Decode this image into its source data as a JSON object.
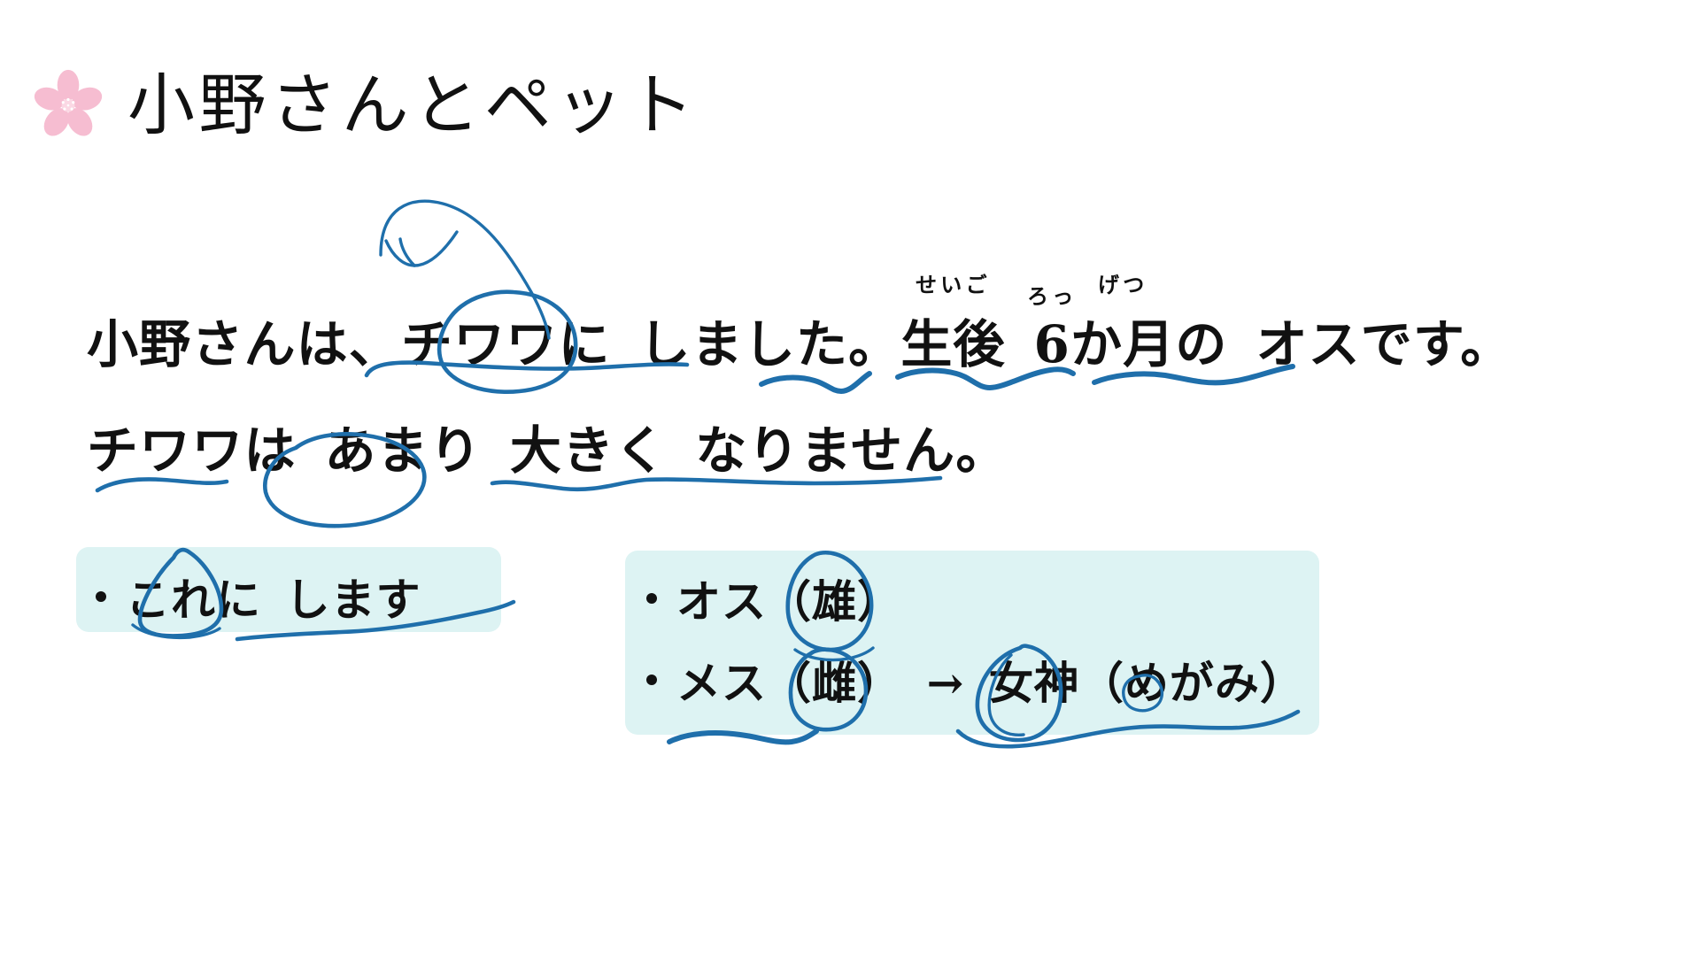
{
  "slide": {
    "title": "小野さんとペット",
    "title_icon": "sakura-flower-icon",
    "background_color": "#ffffff",
    "text_color": "#111111"
  },
  "body": {
    "sentence_1": {
      "parts": {
        "p1": "小野さんは、",
        "p2": "チワワに",
        "p3": "しました。",
        "p4": "生後",
        "p4_ruby": "せいご",
        "p5": "6",
        "p5_ruby": "ろっ",
        "p6": "か月",
        "p6_ruby": "げつ",
        "p7": "の",
        "p8": "オスです。"
      },
      "plain": "小野さんは、チワワに しました。生後 6か月の オスです。"
    },
    "sentence_2": {
      "parts": {
        "p1": "チワワは",
        "p2": "あまり",
        "p3": "大きく",
        "p4": "なりません。"
      },
      "plain": "チワワは あまり 大きく なりません。"
    }
  },
  "highlight_left": {
    "color": "#ddf3f3",
    "bullet": {
      "p1": "これに",
      "p2": "します",
      "plain": "これに します"
    }
  },
  "highlight_right": {
    "color": "#ddf3f3",
    "bullets": [
      {
        "p1": "オス",
        "p2": "（雄）",
        "plain": "オス（雄）"
      },
      {
        "p1": "メス",
        "p2": "（雌）",
        "p3": "→",
        "p4": "女神",
        "p5": "（めがみ）",
        "plain": "メス（雌）→ 女神（めがみ）"
      }
    ]
  },
  "annotations": {
    "ink_color": "#1f6fab",
    "marks": [
      {
        "name": "arrow-above-chiwawa",
        "type": "arrow"
      },
      {
        "name": "circle-chiwawa",
        "type": "circle",
        "target": "チワワ"
      },
      {
        "name": "underline-chiwawa-ni-shimashita",
        "type": "underline"
      },
      {
        "name": "underline-seigo",
        "type": "underline",
        "target": "生後"
      },
      {
        "name": "underline-rokkagetsu",
        "type": "underline",
        "target": "6か月"
      },
      {
        "name": "underline-osu-desu",
        "type": "underline",
        "target": "オスです"
      },
      {
        "name": "underline-chiwawa-wa",
        "type": "underline",
        "target": "チワワは"
      },
      {
        "name": "circle-amari",
        "type": "circle",
        "target": "あまり"
      },
      {
        "name": "underline-ookiku-narimasen",
        "type": "underline"
      },
      {
        "name": "circle-kore",
        "type": "circle",
        "target": "これ"
      },
      {
        "name": "underline-kore-ni-shimasu",
        "type": "underline"
      },
      {
        "name": "circle-osu-kanji",
        "type": "circle",
        "target": "雄"
      },
      {
        "name": "underline-osu-kanji",
        "type": "underline",
        "target": "（雄）"
      },
      {
        "name": "circle-mesu-kanji",
        "type": "circle",
        "target": "雌"
      },
      {
        "name": "underline-mesu-kanji",
        "type": "underline",
        "target": "メス（雌）"
      },
      {
        "name": "circle-megami-kanji",
        "type": "circle",
        "target": "女神"
      },
      {
        "name": "underline-megami",
        "type": "underline",
        "target": "女神（めがみ）"
      }
    ]
  }
}
